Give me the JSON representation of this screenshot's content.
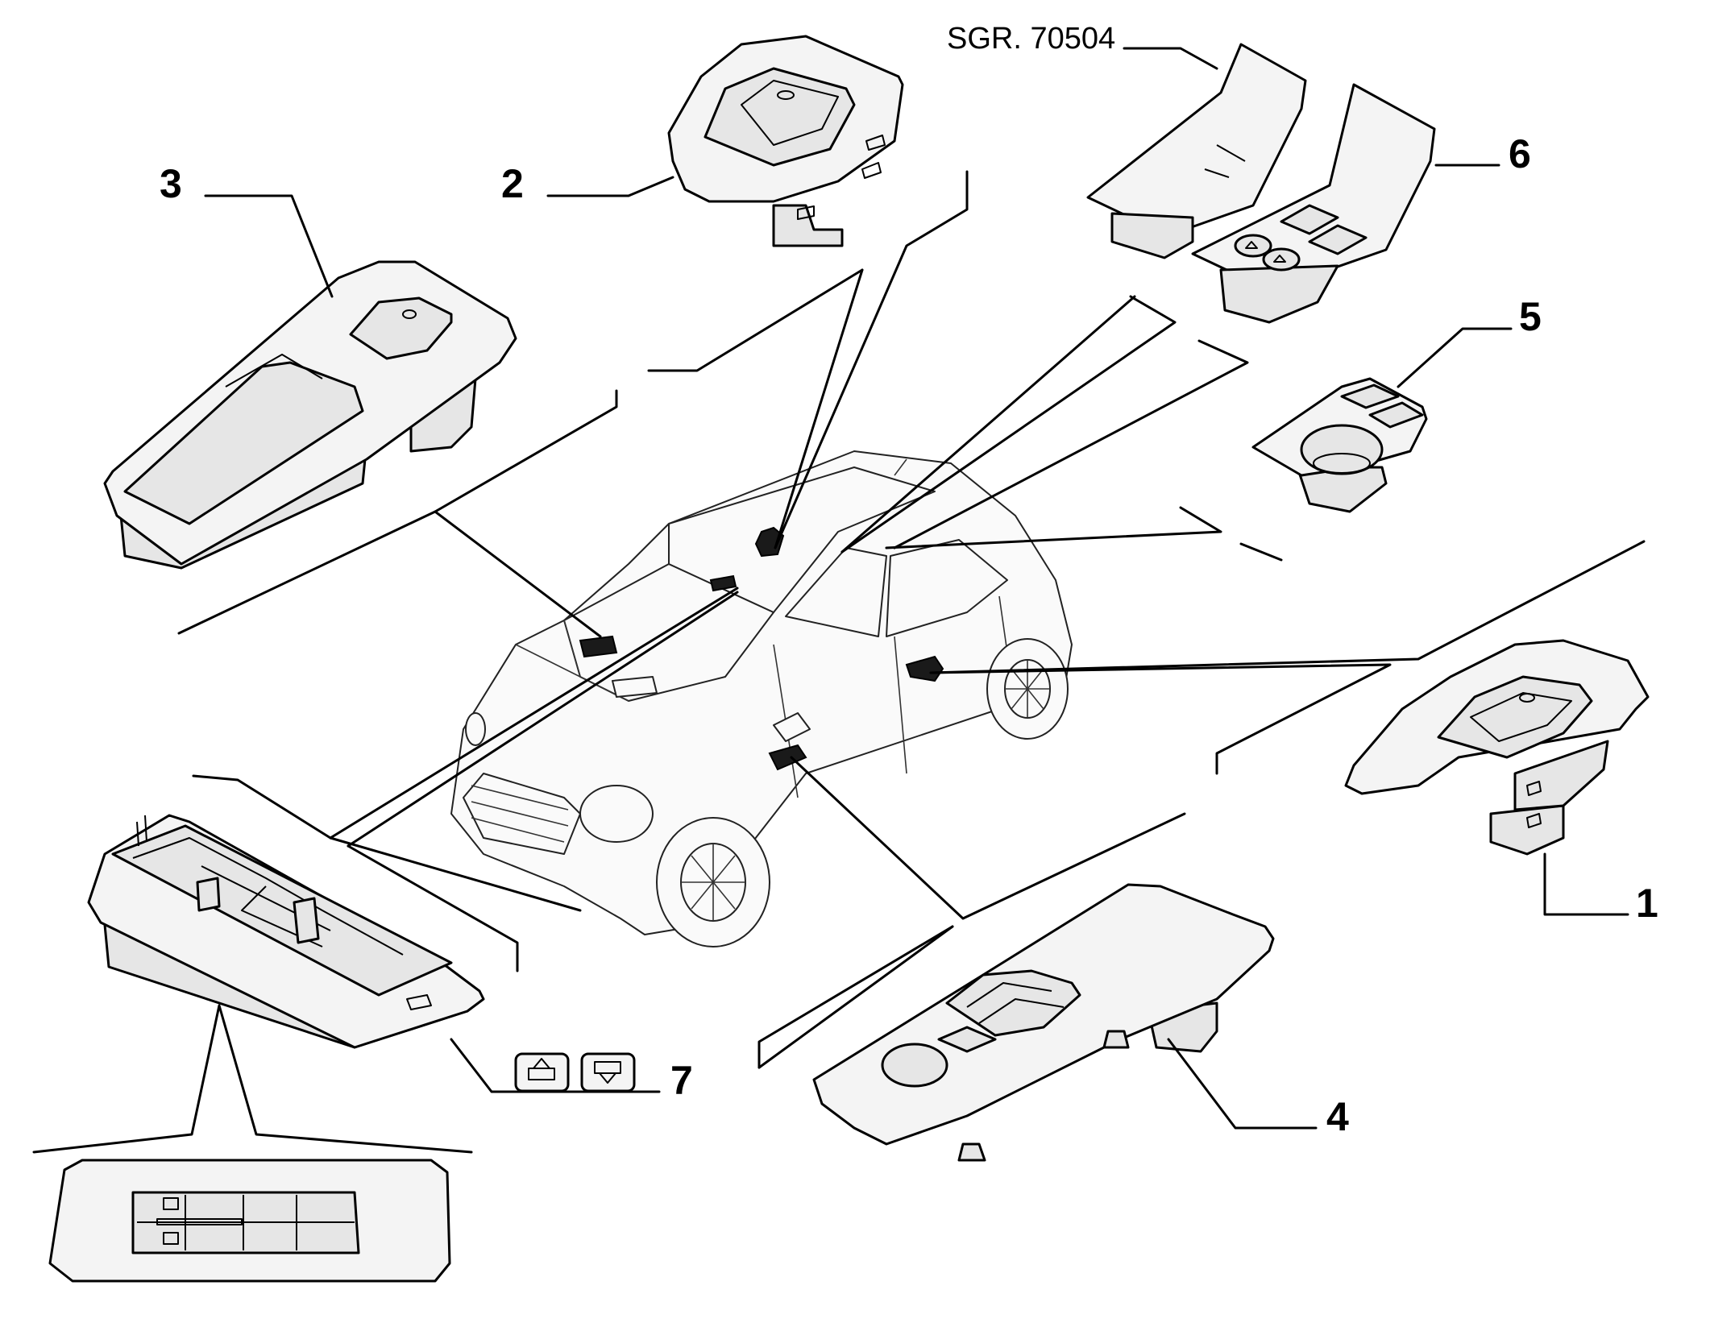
{
  "diagram": {
    "reference_label": "SGR. 70504",
    "callouts": [
      {
        "id": "1",
        "text": "1"
      },
      {
        "id": "2",
        "text": "2"
      },
      {
        "id": "3",
        "text": "3"
      },
      {
        "id": "4",
        "text": "4"
      },
      {
        "id": "5",
        "text": "5"
      },
      {
        "id": "6",
        "text": "6"
      },
      {
        "id": "7",
        "text": "7"
      }
    ],
    "icons": {
      "up_arrow": "window-up-arrow-icon",
      "down_arrow": "window-down-arrow-icon"
    },
    "colors": {
      "line": "#000000",
      "background": "#ffffff"
    }
  }
}
